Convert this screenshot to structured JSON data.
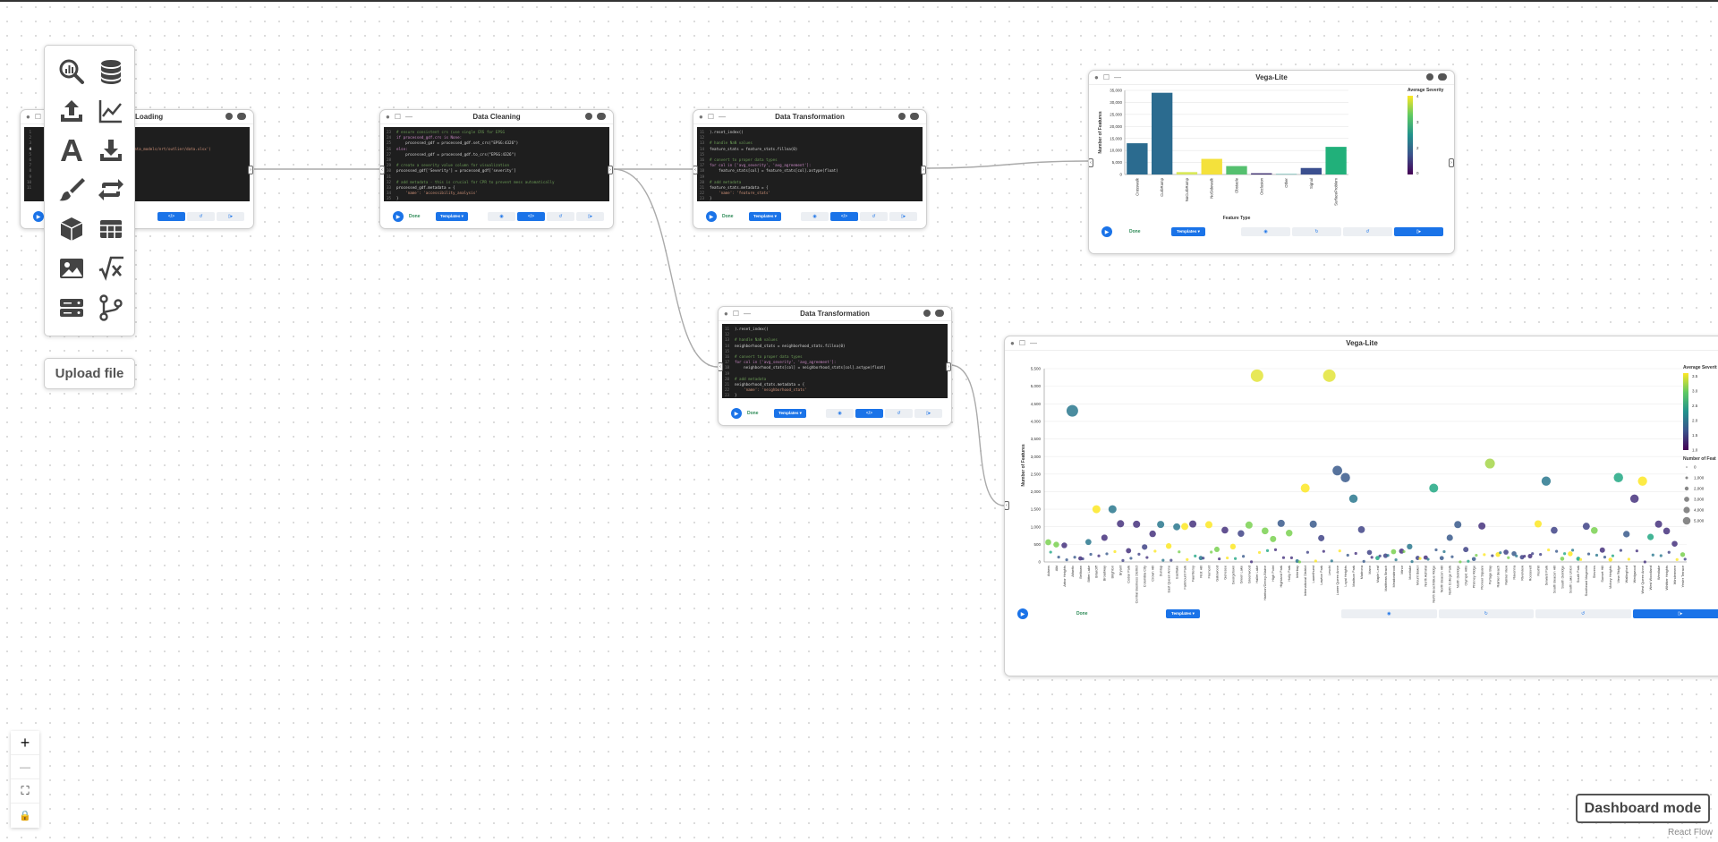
{
  "palette": {
    "upload_label": "Upload file"
  },
  "controls": {
    "zoom_in": "+",
    "zoom_out": "—",
    "fit": "⛶",
    "lock": "🔒"
  },
  "dashboard_label": "Dashboard mode",
  "attribution": "React Flow",
  "common": {
    "done": "Done",
    "templates": "Templates ▾"
  },
  "node_loading": {
    "title": "Loading",
    "code_line": "'.../data_models/nrt/outlier/data.xlsx')"
  },
  "node_cleaning": {
    "title": "Data Cleaning",
    "lines": [
      {
        "n": "23",
        "t": "# ensure consistent crs (use single CRS for EPSG",
        "k": "cm"
      },
      {
        "n": "24",
        "t": "if processed_gdf.crs is None:",
        "k": "kw"
      },
      {
        "n": "25",
        "t": "    processed_gdf = processed_gdf.set_crs(\"EPSG:4326\")",
        "k": ""
      },
      {
        "n": "26",
        "t": "else:",
        "k": "kw"
      },
      {
        "n": "27",
        "t": "    processed_gdf = processed_gdf.to_crs(\"EPSG:4326\")",
        "k": ""
      },
      {
        "n": "28",
        "t": "",
        "k": ""
      },
      {
        "n": "29",
        "t": "# create a severity value column for visualization",
        "k": "cm"
      },
      {
        "n": "30",
        "t": "processed_gdf['Severity'] = processed_gdf['severity']",
        "k": ""
      },
      {
        "n": "31",
        "t": "",
        "k": ""
      },
      {
        "n": "32",
        "t": "# add metadata - this is crucial for CPR to prevent mess automatically",
        "k": "cm"
      },
      {
        "n": "33",
        "t": "processed_gdf.metadata = {",
        "k": ""
      },
      {
        "n": "34",
        "t": "    'name': 'accessibility_analysis'",
        "k": "st"
      },
      {
        "n": "35",
        "t": "}",
        "k": ""
      },
      {
        "n": "36",
        "t": "",
        "k": ""
      },
      {
        "n": "37",
        "t": "return processed_gdf",
        "k": "kw"
      }
    ]
  },
  "node_transform_1": {
    "title": "Data Transformation",
    "lines": [
      {
        "n": "11",
        "t": ").reset_index()",
        "k": ""
      },
      {
        "n": "12",
        "t": "",
        "k": ""
      },
      {
        "n": "13",
        "t": "# handle NaN values",
        "k": "cm"
      },
      {
        "n": "14",
        "t": "feature_stats = feature_stats.fillna(0)",
        "k": ""
      },
      {
        "n": "15",
        "t": "",
        "k": ""
      },
      {
        "n": "16",
        "t": "# convert to proper data types",
        "k": "cm"
      },
      {
        "n": "17",
        "t": "for col in ['avg_severity', 'avg_agreement']:",
        "k": "kw"
      },
      {
        "n": "18",
        "t": "    feature_stats[col] = feature_stats[col].astype(float)",
        "k": ""
      },
      {
        "n": "19",
        "t": "",
        "k": ""
      },
      {
        "n": "20",
        "t": "# add metadata",
        "k": "cm"
      },
      {
        "n": "21",
        "t": "feature_stats.metadata = {",
        "k": ""
      },
      {
        "n": "22",
        "t": "    'name': 'feature_stats'",
        "k": "st"
      },
      {
        "n": "23",
        "t": "}",
        "k": ""
      },
      {
        "n": "24",
        "t": "",
        "k": ""
      },
      {
        "n": "25",
        "t": "return feature_stats",
        "k": "kw"
      }
    ]
  },
  "node_transform_2": {
    "title": "Data Transformation",
    "lines": [
      {
        "n": "11",
        "t": ").reset_index()",
        "k": ""
      },
      {
        "n": "12",
        "t": "",
        "k": ""
      },
      {
        "n": "13",
        "t": "# handle NaN values",
        "k": "cm"
      },
      {
        "n": "14",
        "t": "neighborhood_stats = neighborhood_stats.fillna(0)",
        "k": ""
      },
      {
        "n": "15",
        "t": "",
        "k": ""
      },
      {
        "n": "16",
        "t": "# convert to proper data types",
        "k": "cm"
      },
      {
        "n": "17",
        "t": "for col in ['avg_severity', 'avg_agreement']:",
        "k": "kw"
      },
      {
        "n": "18",
        "t": "    neighborhood_stats[col] = neighborhood_stats[col].astype(float)",
        "k": ""
      },
      {
        "n": "19",
        "t": "",
        "k": ""
      },
      {
        "n": "20",
        "t": "# add metadata",
        "k": "cm"
      },
      {
        "n": "21",
        "t": "neighborhood_stats.metadata = {",
        "k": ""
      },
      {
        "n": "22",
        "t": "    'name': 'neighborhood_stats'",
        "k": "st"
      },
      {
        "n": "23",
        "t": "}",
        "k": ""
      },
      {
        "n": "24",
        "t": "",
        "k": ""
      },
      {
        "n": "25",
        "t": "return neighborhood_stats",
        "k": "kw"
      }
    ]
  },
  "node_vega_1": {
    "title": "Vega-Lite"
  },
  "node_vega_2": {
    "title": "Vega-Lite"
  },
  "chart_data": [
    {
      "type": "bar",
      "title": "",
      "xlabel": "Feature Type",
      "ylabel": "Number of Features",
      "ylim": [
        0,
        35000
      ],
      "yticks": [
        "0",
        "5,000",
        "10,000",
        "15,000",
        "20,000",
        "25,000",
        "30,000",
        "35,000"
      ],
      "categories": [
        "Crosswalk",
        "CurbRamp",
        "NoCurbRamp",
        "NoSidewalk",
        "Obstacle",
        "Occlusion",
        "Other",
        "Signal",
        "SurfaceProblem"
      ],
      "values": [
        13000,
        34000,
        1000,
        6500,
        3500,
        500,
        200,
        2700,
        11500
      ],
      "colors": [
        "#2b6b8f",
        "#2b6b8f",
        "#d9e85a",
        "#f4e13b",
        "#55c06f",
        "#3a2a6e",
        "#4aa8a0",
        "#3b4f8f",
        "#21b07a"
      ],
      "legend_title": "Average Severity",
      "legend_ticks": [
        "4",
        "3",
        "2",
        "0"
      ]
    },
    {
      "type": "scatter",
      "xlabel": "Neighborhood",
      "ylabel": "Number of Features",
      "ylim": [
        0,
        5500
      ],
      "yticks": [
        "0",
        "500",
        "1,000",
        "1,500",
        "2,000",
        "2,500",
        "3,000",
        "3,500",
        "4,000",
        "4,500",
        "5,000",
        "5,500"
      ],
      "legend_title_1": "Average Severit",
      "legend_ticks_1": [
        "3.5",
        "3.0",
        "2.5",
        "2.0",
        "1.5",
        "1.0"
      ],
      "legend_title_2": "Number of Feat",
      "legend_sizes": [
        "0",
        "1,000",
        "2,000",
        "3,000",
        "4,000",
        "5,000"
      ],
      "categories": [
        "Adams",
        "Alki",
        "Arbor Heights",
        "Atlantic",
        "Belltown",
        "Bitter Lake",
        "Briarcliff",
        "Broadway",
        "Brighton",
        "Bryant",
        "Cedar Park",
        "Central Business District",
        "Columbia City",
        "Crown Hill",
        "Dunlap",
        "East Queen Anne",
        "Eastlake",
        "Fairmount Park",
        "Fauntleroy",
        "First Hill",
        "Fremont",
        "Gatewood",
        "Genesee",
        "Georgetown",
        "Green Lake",
        "Greenwood",
        "Haller Lake",
        "Harrison/Denny-Blaine",
        "High Point",
        "Highland Park",
        "Holly Park",
        "Interbay",
        "International District",
        "Laurelhurst",
        "Lawton Park",
        "Leschi",
        "Lower Queen Anne",
        "Loyal Heights",
        "Madison Park",
        "Madrona",
        "Mann",
        "Maple Leaf",
        "Matthews Beach",
        "Meadowbrook",
        "Minor",
        "Montlake",
        "Mount Baker",
        "North Admiral",
        "North Beach/Blue Ridge",
        "North Beacon Hill",
        "North College Park",
        "North Delridge",
        "Olympic Hills",
        "Phinney Ridge",
        "Pioneer Square",
        "Portage Bay",
        "Rainier Beach",
        "Rainier View",
        "Ravenna",
        "Riverview",
        "Roosevelt",
        "Roxhill",
        "Seward Park",
        "South Beacon Hill",
        "South Delridge",
        "South Lake Union",
        "South Park",
        "Southeast Magnolia",
        "Stevens",
        "Sunset Hill",
        "Victory Heights",
        "View Ridge",
        "Wallingford",
        "Wedgwood",
        "West Queen Anne",
        "West Woodland",
        "Westlake",
        "Whittier Heights",
        "Windermere",
        "Yesler Terrace"
      ]
    }
  ]
}
